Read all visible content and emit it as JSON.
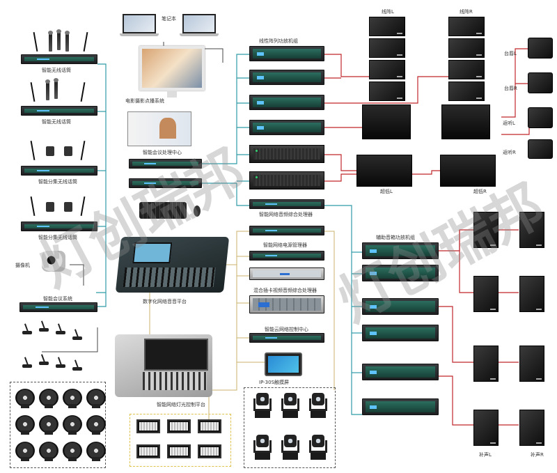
{
  "labels": {
    "laptop": "笔记本",
    "cinema_broadcast": "电影摄影点播系统",
    "smart_meeting_processor": "智能会议处理中心",
    "wireless_handheld_1": "智能无线话筒",
    "wireless_handheld_2": "智能无线话筒",
    "wireless_bodypack_1": "智能分集无线话筒",
    "wireless_bodypack_2": "智能分集无线话筒",
    "camera": "摄像机",
    "conference_system": "智能会议系统",
    "digital_mixer": "数字化网络音音平台",
    "line_array_amp_group": "线性阵列功放机组",
    "network_audio_processor": "智能网络音频综合处理器",
    "network_power_manager": "智能网络电源管理器",
    "matrix_processor": "混合插卡视频音频综合处理器",
    "cloud_center": "智能云网络控制中心",
    "touch_panel": "IP-30S触摸屏",
    "lighting_console": "智能网络灯光控制平台",
    "aux_amp_group": "辅助音箱功放机组",
    "line_array_l": "线阵L",
    "line_array_r": "线阵R",
    "stage_l": "台唇L",
    "stage_r": "台唇R",
    "monitor_l": "返听L",
    "monitor_r": "返听R",
    "sub_l": "超低L",
    "sub_r": "超低R",
    "fill_l": "补声L",
    "fill_r": "补声R"
  },
  "watermark": "灯创瑞邦",
  "colors": {
    "wire_teal": "#2f9aa8",
    "wire_red": "#c0262b",
    "wire_tan": "#c9b06b",
    "wire_dark": "#333333",
    "rack_face": "#2b6e5f"
  }
}
